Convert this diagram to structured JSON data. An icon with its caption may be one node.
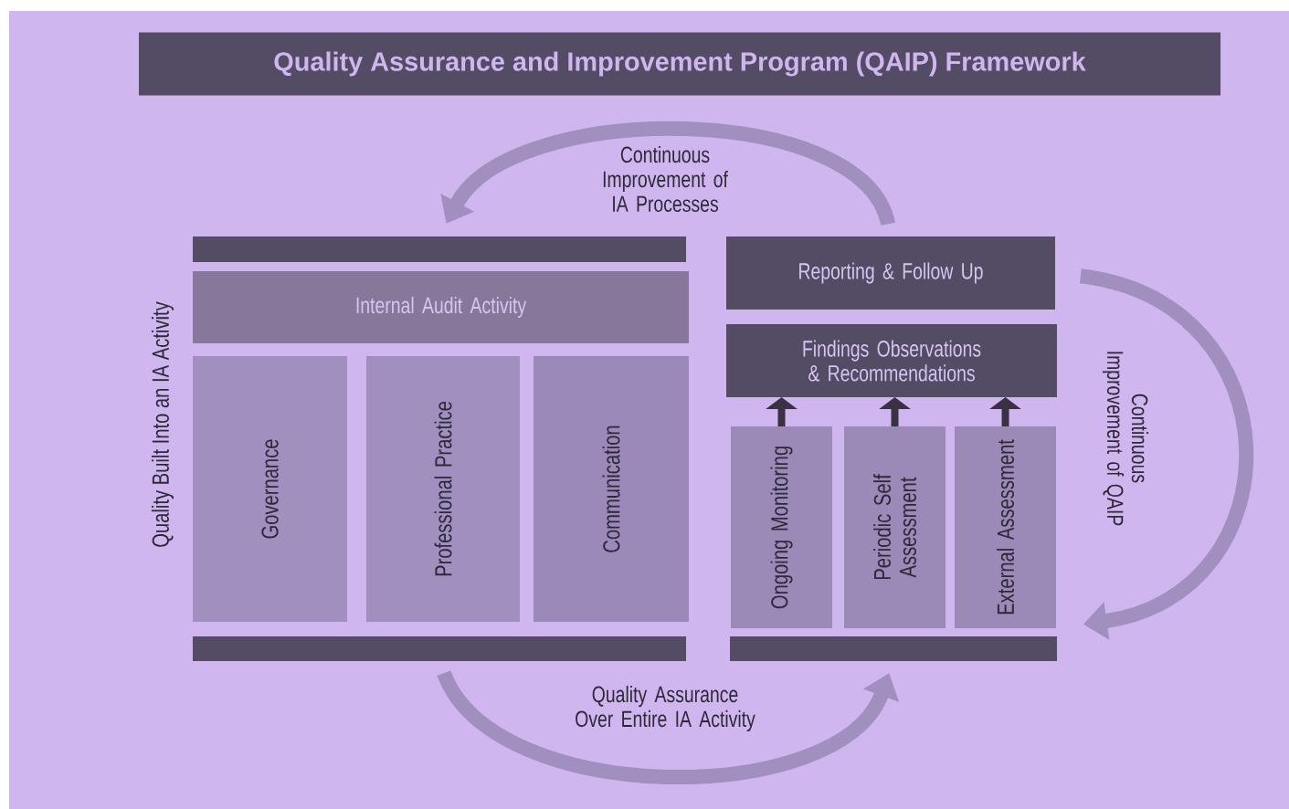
{
  "diagram": {
    "title": "Quality Assurance and Improvement Program (QAIP) Framework",
    "nodes": [
      {
        "text": [],
        "shape": "bar"
      },
      {
        "text": [
          "Internal Audit Activity"
        ]
      },
      {
        "text": [
          "Governance"
        ]
      },
      {
        "text": [
          "Professional Practice"
        ]
      },
      {
        "text": [
          "Communication"
        ]
      },
      {
        "text": [],
        "shape": "bar"
      },
      {
        "text": [
          "Reporting & Follow Up"
        ]
      },
      {
        "text": [
          "Findings Observations & Recommendations"
        ]
      },
      {
        "text": [
          "Ongoing Monitoring"
        ]
      },
      {
        "text": [
          "Periodic Self Assessment"
        ]
      },
      {
        "text": [
          "External Assessment"
        ]
      },
      {
        "text": [],
        "shape": "bar"
      }
    ],
    "edges": [
      {
        "from": 8,
        "to": 7,
        "arrow": "to",
        "color": "#3a3145"
      },
      {
        "from": 9,
        "to": 7,
        "arrow": "to",
        "color": "#3a3145"
      },
      {
        "from": 10,
        "to": 7,
        "arrow": "to",
        "color": "#3a3145"
      },
      {
        "from": 6,
        "to": 0,
        "arrow": "to",
        "label": "Continuous Improvement of IA Processes",
        "style": "thick",
        "color": "#a08fbf"
      },
      {
        "from": 6,
        "to": 10,
        "arrow": "to",
        "label": "Continuous Improvement of QAIP",
        "style": "thick",
        "color": "#a08fbf"
      },
      {
        "from": 5,
        "to": 11,
        "arrow": "to",
        "label": "Quality Assurance Over Entire IA Activity",
        "style": "thick",
        "color": "#a08fbf"
      }
    ],
    "labels": [
      "Quality Built Into an IA Activity"
    ]
  }
}
